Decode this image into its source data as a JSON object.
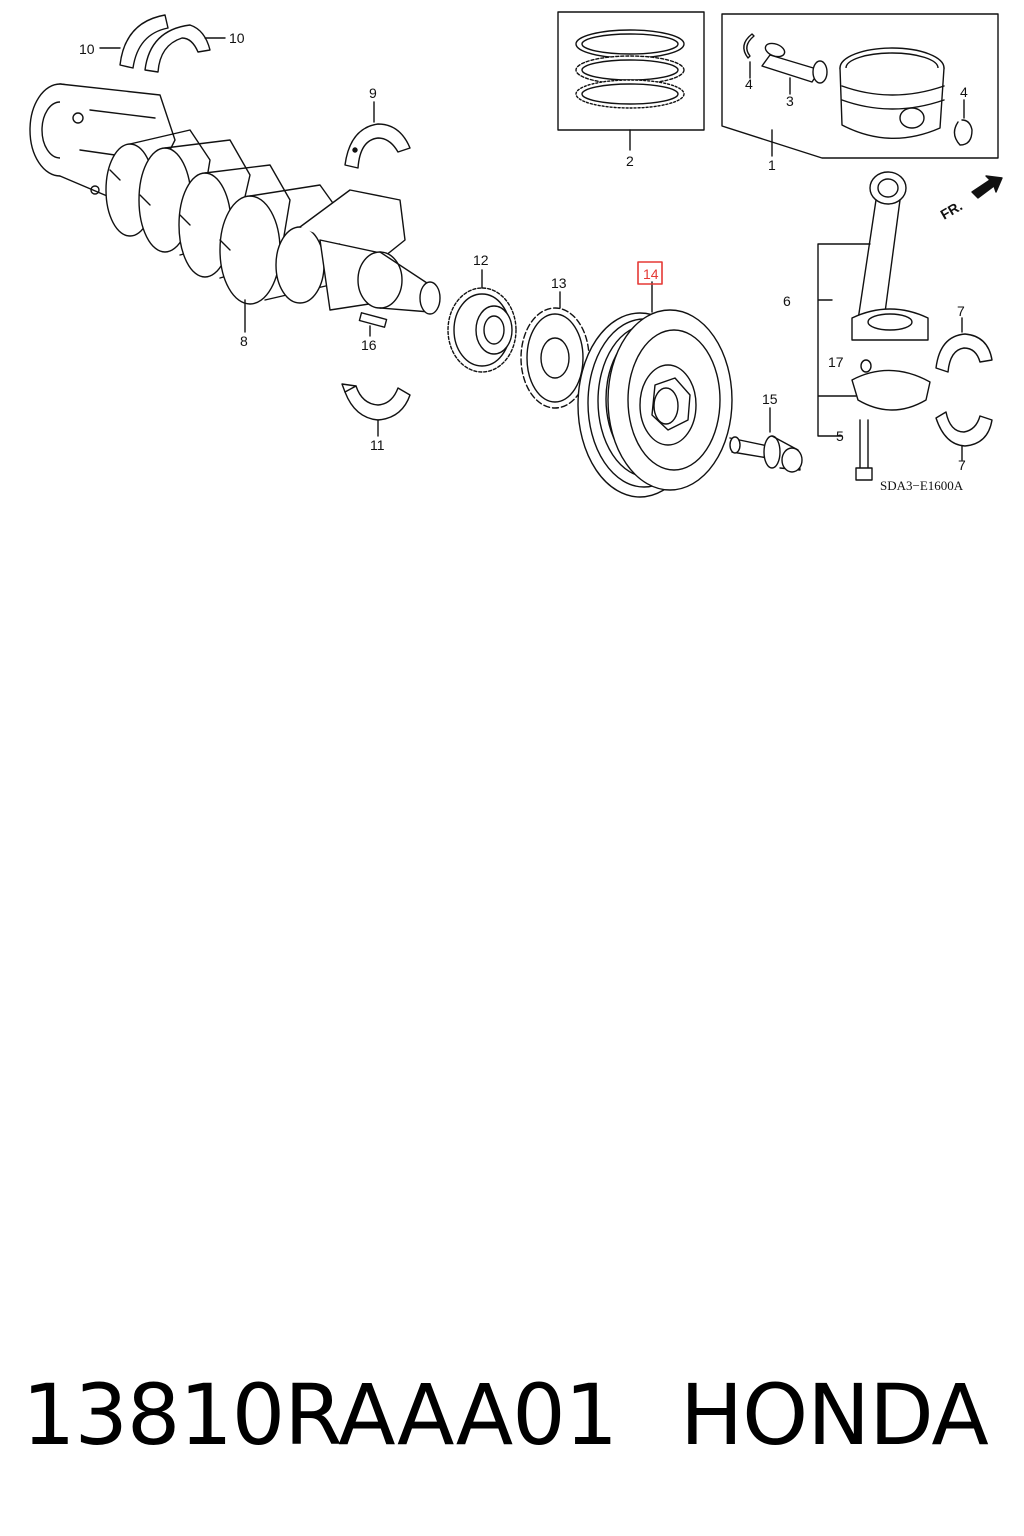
{
  "diagram": {
    "diagram_code": "SDA3−E1600A",
    "front_marker": "FR.",
    "callouts": {
      "c1": "1",
      "c2": "2",
      "c3": "3",
      "c4a": "4",
      "c4b": "4",
      "c5": "5",
      "c6": "6",
      "c7a": "7",
      "c7b": "7",
      "c8": "8",
      "c9": "9",
      "c10a": "10",
      "c10b": "10",
      "c11": "11",
      "c12": "12",
      "c13": "13",
      "c14": "14",
      "c15": "15",
      "c16": "16",
      "c17": "17"
    },
    "highlight_callout": "14",
    "highlight_color": "#e53935"
  },
  "footer": {
    "part_number": "13810RAAA01",
    "brand": "HONDA"
  }
}
